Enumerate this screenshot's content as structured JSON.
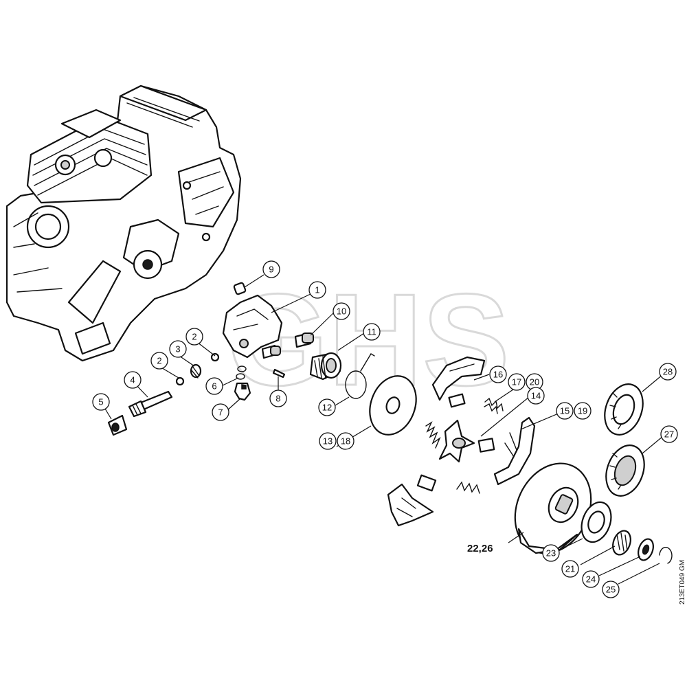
{
  "watermark": "GHS",
  "reference_code": "213ET049 GM",
  "callouts": {
    "c1": "1",
    "c2a": "2",
    "c2b": "2",
    "c3": "3",
    "c4": "4",
    "c5": "5",
    "c6": "6",
    "c7": "7",
    "c8": "8",
    "c9": "9",
    "c10": "10",
    "c11": "11",
    "c12": "12",
    "c13": "13",
    "c18": "18",
    "c14": "14",
    "c15": "15",
    "c19": "19",
    "c16": "16",
    "c17": "17",
    "c20": "20",
    "c21": "21",
    "c23": "23",
    "c24": "24",
    "c25": "25",
    "c27": "27",
    "c28": "28"
  },
  "bold_label": "22,26"
}
